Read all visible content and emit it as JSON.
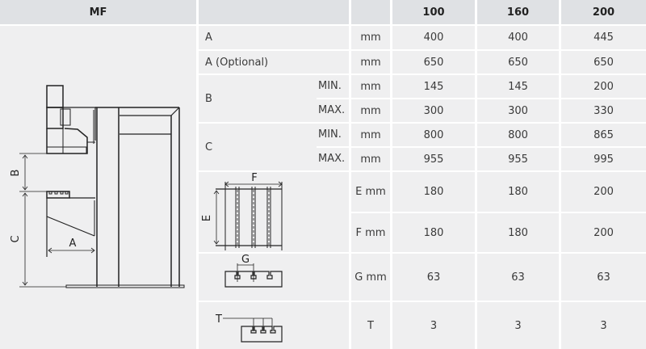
{
  "header": {
    "model_label": "MF",
    "param_header": "",
    "unit_header": "",
    "columns": [
      "100",
      "160",
      "200"
    ]
  },
  "rows": [
    {
      "label": "A",
      "sub": "",
      "unit": "mm",
      "values": [
        "400",
        "400",
        "445"
      ]
    },
    {
      "label": "A (Optional)",
      "sub": "",
      "unit": "mm",
      "values": [
        "650",
        "650",
        "650"
      ]
    },
    {
      "label": "B",
      "sub": "MIN.",
      "unit": "mm",
      "values": [
        "145",
        "145",
        "200"
      ]
    },
    {
      "label": "",
      "sub": "MAX.",
      "unit": "mm",
      "values": [
        "300",
        "300",
        "330"
      ]
    },
    {
      "label": "C",
      "sub": "MIN.",
      "unit": "mm",
      "values": [
        "800",
        "800",
        "865"
      ]
    },
    {
      "label": "",
      "sub": "MAX.",
      "unit": "mm",
      "values": [
        "955",
        "955",
        "995"
      ]
    },
    {
      "label": "",
      "sub": "",
      "unit": "E mm",
      "values": [
        "180",
        "180",
        "200"
      ]
    },
    {
      "label": "",
      "sub": "",
      "unit": "F mm",
      "values": [
        "180",
        "180",
        "200"
      ]
    },
    {
      "label": "",
      "sub": "",
      "unit": "G mm",
      "values": [
        "63",
        "63",
        "63"
      ]
    },
    {
      "label": "",
      "sub": "",
      "unit": "T",
      "values": [
        "3",
        "3",
        "3"
      ]
    }
  ],
  "diagrams": {
    "machine": {
      "dim_labels": {
        "a": "A",
        "b": "B",
        "c": "C"
      }
    },
    "table_plate": {
      "dim_labels": {
        "e": "E",
        "f": "F"
      }
    },
    "slot_pitch": {
      "dim_labels": {
        "g": "G"
      }
    },
    "slot_count": {
      "dim_labels": {
        "t": "T"
      }
    }
  },
  "colors": {
    "header_bg": "#dfe1e4",
    "cell_bg": "#efeff0",
    "line": "#222222"
  }
}
